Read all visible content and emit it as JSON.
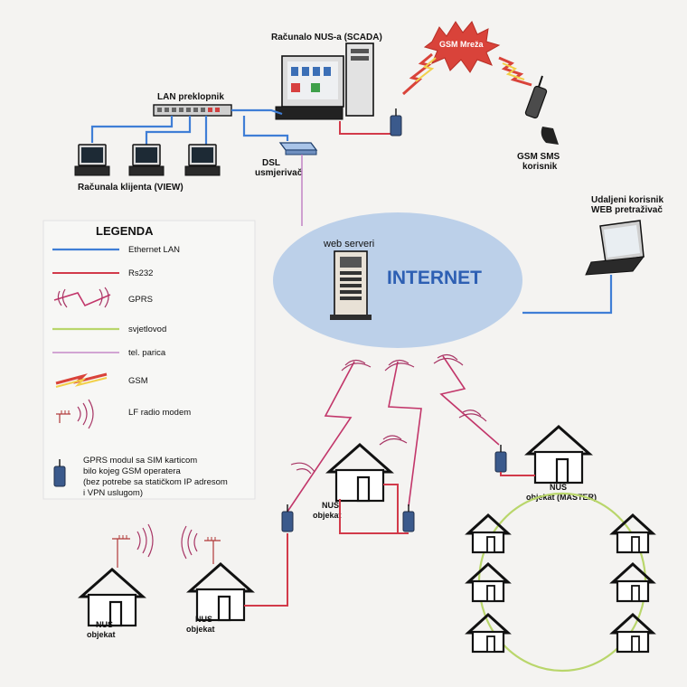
{
  "labels": {
    "scada": "Računalo NUS-a (SCADA)",
    "gsm_net": "GSM Mreža",
    "lan_switch": "LAN preklopnik",
    "clients": "Računala klijenta (VIEW)",
    "dsl": "DSL",
    "router": "usmjerivač",
    "gsm_sms_1": "GSM SMS",
    "gsm_sms_2": "korisnik",
    "remote_1": "Udaljeni korisnik",
    "remote_2": "WEB pretraživač",
    "web_servers": "web serveri",
    "internet": "INTERNET",
    "nus": "NUS",
    "objekat": "objekat",
    "objekat_master": "objekat (MASTER)"
  },
  "legend": {
    "title": "LEGENDA",
    "items": [
      {
        "label": "Ethernet LAN",
        "kind": "ethernet",
        "color": "#3f7ed6"
      },
      {
        "label": "Rs232",
        "kind": "rs232",
        "color": "#d23a4a"
      },
      {
        "label": "GPRS",
        "kind": "gprs",
        "color": "#c2366a"
      },
      {
        "label": "svjetlovod",
        "kind": "fiber",
        "color": "#b9d66b"
      },
      {
        "label": "tel. parica",
        "kind": "telephone",
        "color": "#c58ac8"
      },
      {
        "label": "GSM",
        "kind": "gsm",
        "color": "#e0382f"
      },
      {
        "label": "LF radio modem",
        "kind": "lf-radio",
        "color": "#b03838"
      }
    ],
    "modem_note": [
      "GPRS modul sa SIM karticom",
      "bilo kojeg GSM operatera",
      "(bez potrebe sa statičkom IP adresom",
      "i VPN uslugom)"
    ]
  }
}
